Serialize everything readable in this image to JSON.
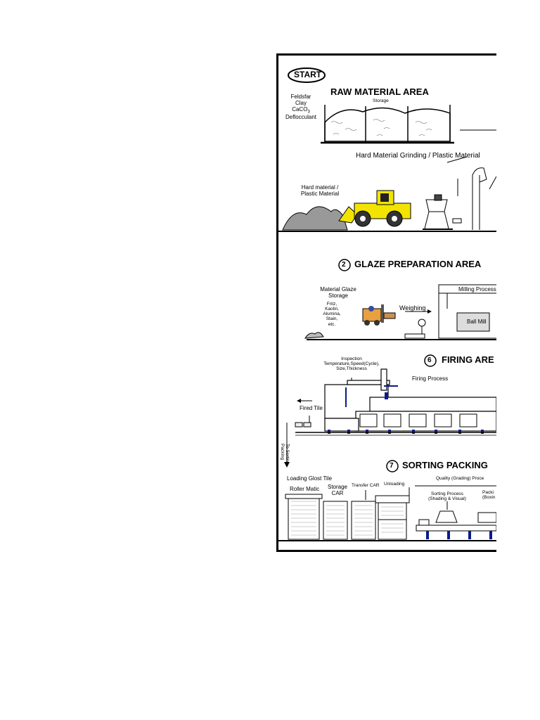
{
  "diagram": {
    "start_label": "START",
    "sections": {
      "raw": {
        "title": "RAW MATERIAL AREA",
        "storage_label": "Storage",
        "materials": [
          "Feldsfar",
          "Clay",
          "CaCO",
          "Deflocculant"
        ],
        "subscript": "3",
        "grinding_label": "Hard Material Grinding / Plastic Material",
        "hard_material_label": [
          "Hard material /",
          "Plastic Material"
        ]
      },
      "glaze": {
        "number": "2",
        "title": "GLAZE PREPARATION AREA",
        "storage_label": [
          "Material Glaze",
          "Storage"
        ],
        "ingredients": [
          "Fritz,",
          "Kaolin,",
          "Alumina,",
          "Stain,",
          "etc."
        ],
        "weighing_label": "Weighing",
        "milling_label": "Milling Process",
        "ball_mill_label": "Ball Mill"
      },
      "firing": {
        "number": "6",
        "title": "FIRING ARE",
        "inspection_label": [
          "Inspection",
          "Temperature,Speed(Cycle),",
          "Size,Thickness"
        ],
        "process_label": "Firing Process",
        "fired_tile_label": "Fired Tile",
        "to_sorting_label": [
          "To Sorting",
          "Packing"
        ]
      },
      "sorting": {
        "number": "7",
        "title": "SORTING PACKING",
        "loading_label": "Loading Glost Tile",
        "roller_label": "Roller Matic",
        "storage_label": [
          "Storage",
          "CAR"
        ],
        "transfer_label": "Transfer CAR",
        "unloading_label": "Unloading",
        "quality_label": "Quality (Grading) Proce",
        "sorting_process_label": [
          "Sorting Process",
          "(Shading & Visual)"
        ],
        "packing_label": [
          "Packi",
          "(Boxin"
        ]
      }
    },
    "colors": {
      "loader": "#f2e400",
      "forklift": "#e8a040",
      "conveyor": "#0a1a8c"
    }
  }
}
